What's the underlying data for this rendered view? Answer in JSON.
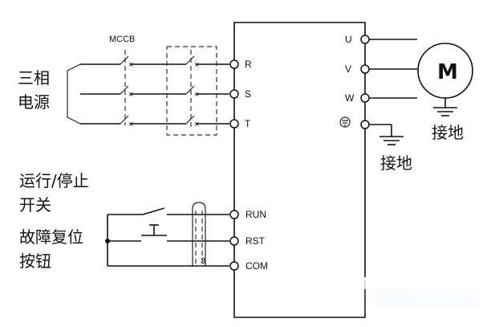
{
  "labels": {
    "mccb": "MCCB",
    "power_line1": "三相",
    "power_line2": "电源",
    "switch_line1": "运行/停止",
    "switch_line2": "开关",
    "reset_line1": "故障复位",
    "reset_line2": "按钮",
    "motor": "M",
    "ground_motor": "接地",
    "ground_inverter": "接地"
  },
  "input_terminals": [
    "R",
    "S",
    "T"
  ],
  "output_terminals": [
    "U",
    "V",
    "W"
  ],
  "control_terminals": [
    "RUN",
    "RST",
    "COM"
  ]
}
